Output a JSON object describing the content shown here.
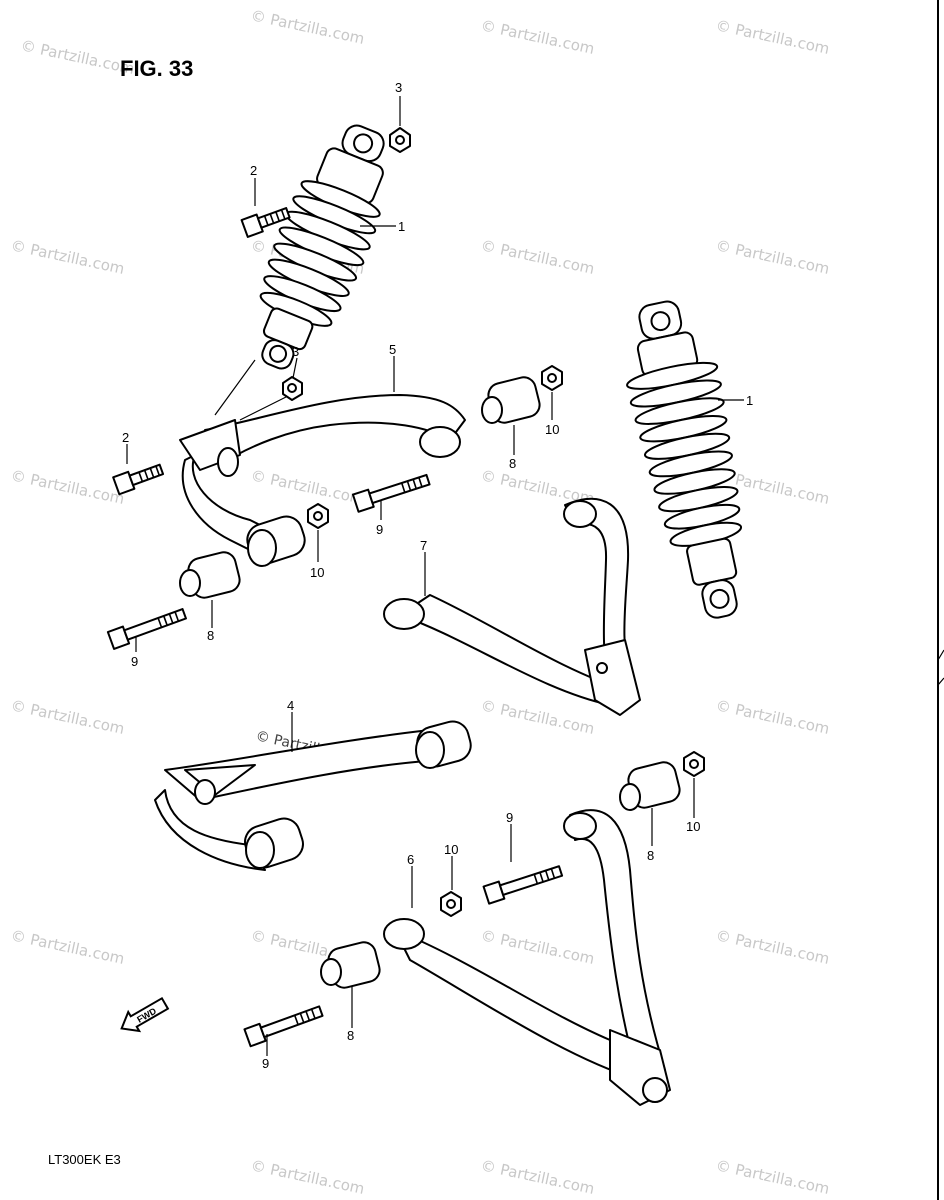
{
  "figure": {
    "title": "FIG. 33",
    "model_code": "LT300EK E3"
  },
  "watermark": {
    "text": "© Partzilla.com"
  },
  "callouts": [
    "1",
    "1",
    "2",
    "2",
    "3",
    "3",
    "4",
    "5",
    "6",
    "7",
    "8",
    "8",
    "8",
    "8",
    "9",
    "9",
    "9",
    "9",
    "10",
    "10",
    "10",
    "10"
  ],
  "direction_arrow": {
    "label": "FWD"
  },
  "colors": {
    "ink": "#000000",
    "paper": "#ffffff",
    "watermark": "#c8c8c8"
  }
}
